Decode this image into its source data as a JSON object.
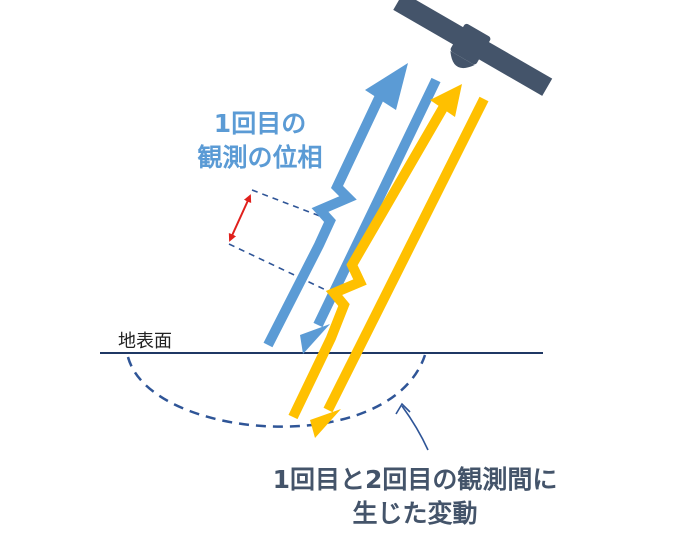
{
  "labels": {
    "first_phase_line1": "1回目の",
    "first_phase_line2": "観測の位相",
    "surface": "地表面",
    "change_line1": "1回目と2回目の観測間に",
    "change_line2": "生じた変動"
  },
  "colors": {
    "first_observation": "#5b9bd5",
    "second_observation": "#ffc000",
    "phase_shift_arrow": "#e0201c",
    "guide_lines": "#2f5597",
    "label_text": "#44546a",
    "satellite": "#44546a",
    "ground_line": "#1f3864"
  },
  "icons": {
    "satellite": "satellite-icon"
  }
}
